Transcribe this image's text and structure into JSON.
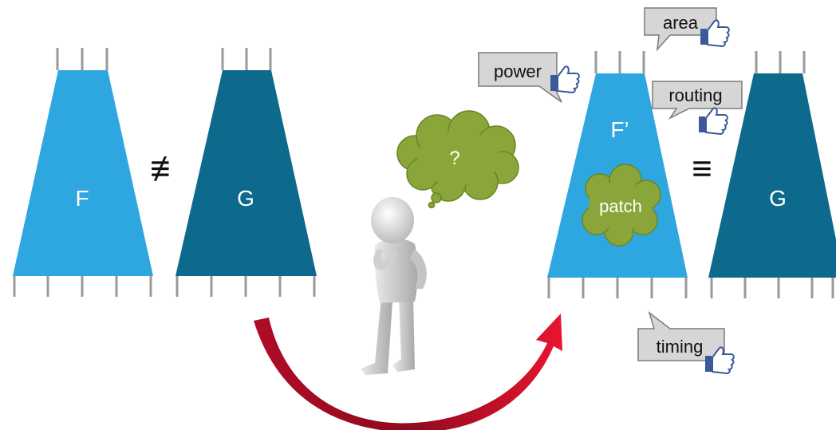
{
  "blocks": {
    "f": {
      "label": "F"
    },
    "g_left": {
      "label": "G"
    },
    "f_prime": {
      "label": "F’"
    },
    "g_right": {
      "label": "G"
    }
  },
  "relations": {
    "not_equivalent": "≢",
    "equivalent": "≡"
  },
  "thought": {
    "label": "?"
  },
  "patch": {
    "label": "patch"
  },
  "callouts": {
    "power": "power",
    "area": "area",
    "routing": "routing",
    "timing": "timing"
  },
  "colors": {
    "f_fill": "#2ea7e0",
    "g_fill": "#0d6a8c",
    "pin": "#9a9a9a",
    "cloud": "#8aa63a",
    "callout_fill": "#d6d6d6",
    "thumb": "#3b5998",
    "arrow": "#c8102e"
  },
  "icons": {
    "callout_badge": "thumbs-up-icon",
    "figure": "thinking-person-figure"
  }
}
